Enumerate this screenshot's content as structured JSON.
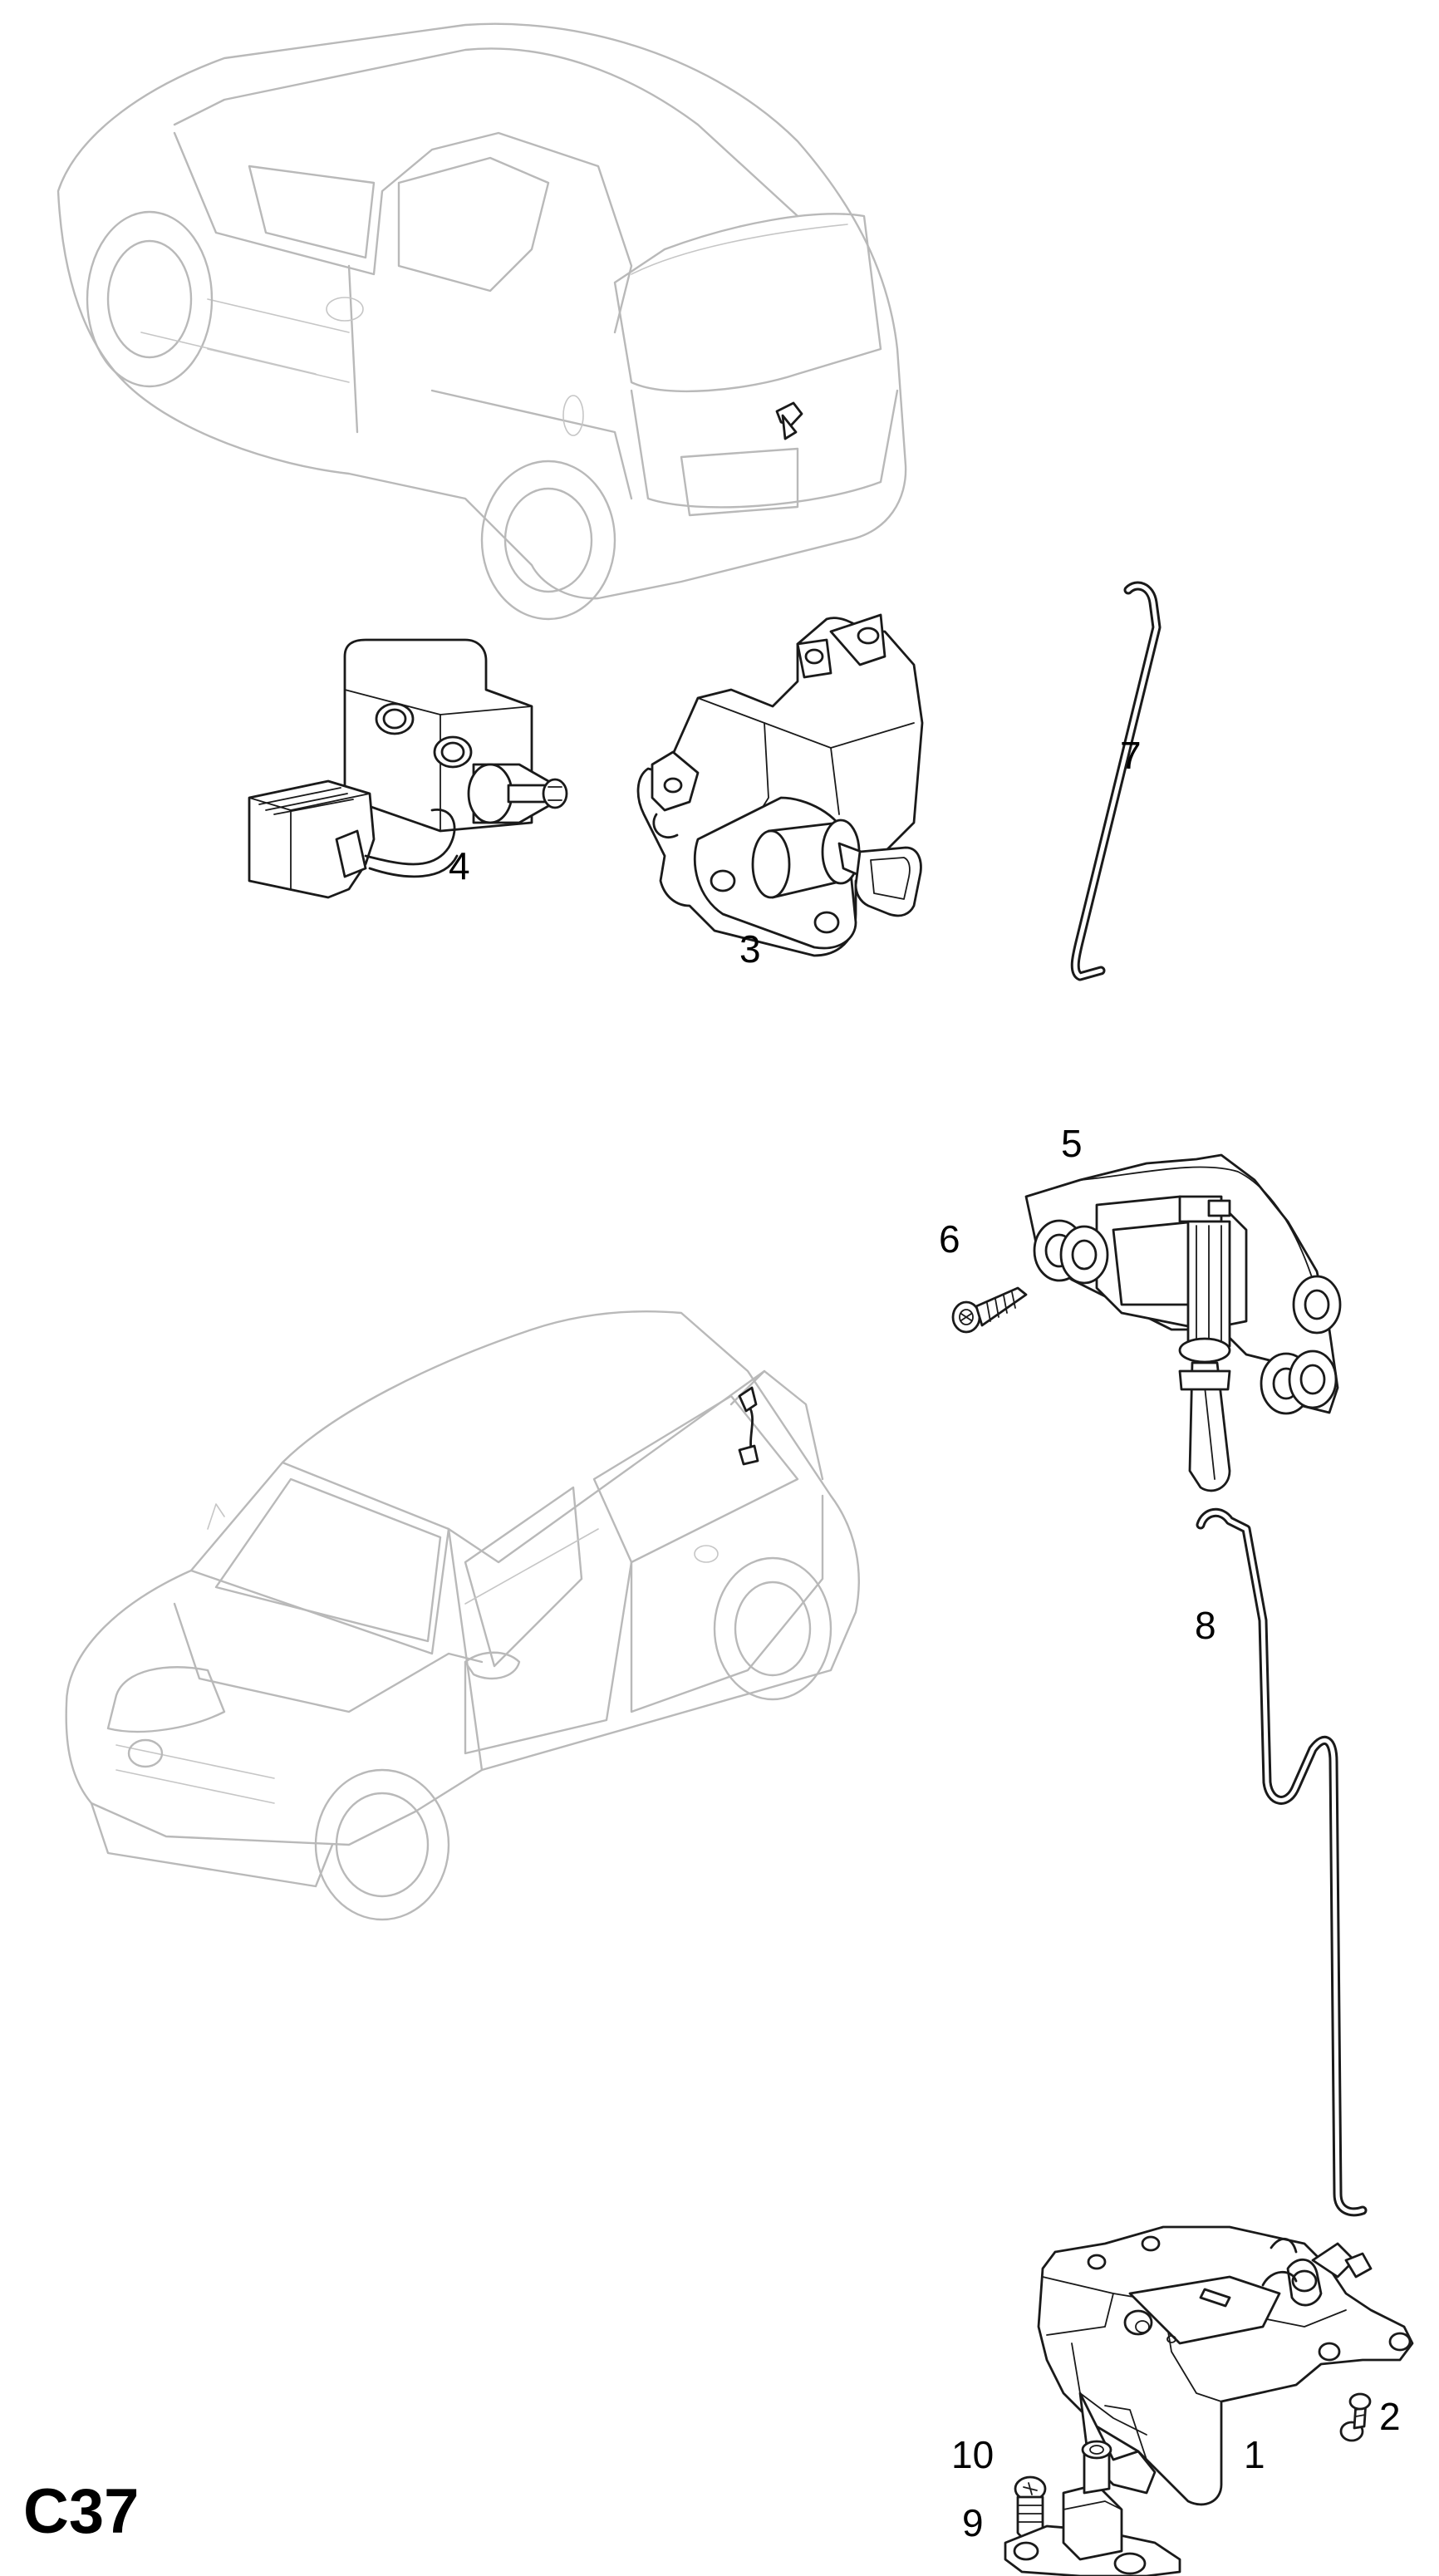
{
  "page_code": "C37",
  "callouts": {
    "c1": "1",
    "c2": "2",
    "c3": "3",
    "c4": "4",
    "c5": "5",
    "c6": "6",
    "c7": "7",
    "c8": "8",
    "c9": "9",
    "c10": "10"
  }
}
